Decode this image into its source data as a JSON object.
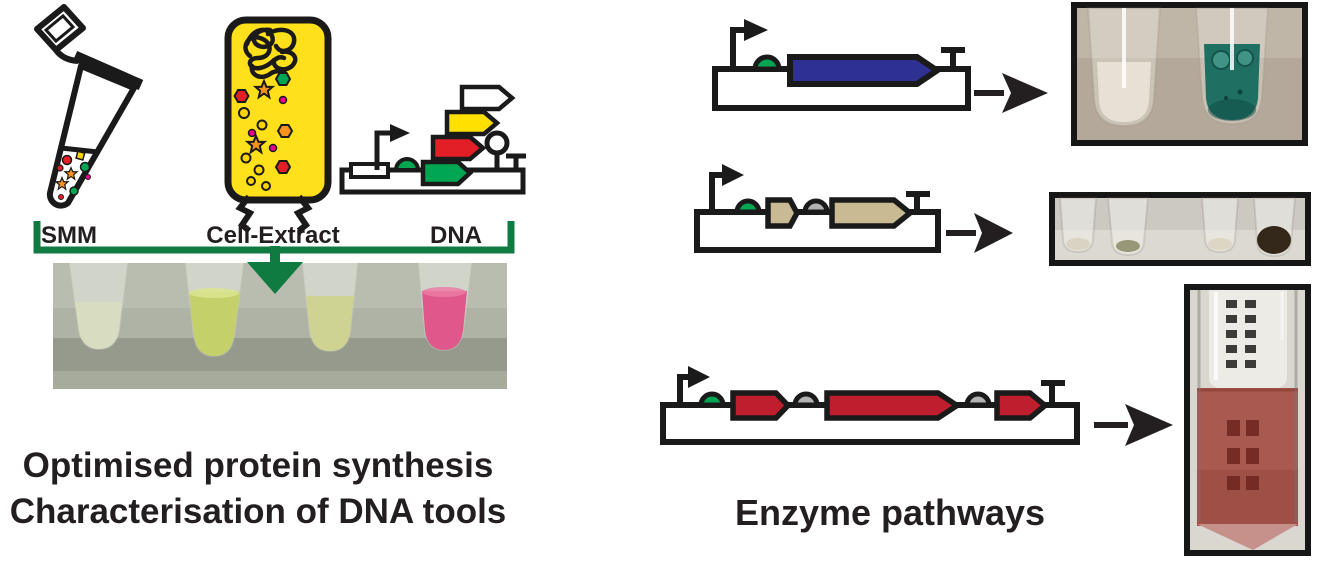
{
  "left_panel": {
    "smm_label": "SMM",
    "cell_extract_label": "Cell-Extract",
    "dna_label": "DNA",
    "caption_line1": "Optimised protein synthesis",
    "caption_line2": "Characterisation of DNA tools",
    "photo_tube_colors": [
      "#d8dcc0",
      "#c4d16b",
      "#cfd392",
      "#e0578c"
    ]
  },
  "right_panel": {
    "caption": "Enzyme pathways",
    "constructs": [
      {
        "id": "single-gene",
        "parts": [
          "promoter",
          "rbs",
          "gene",
          "terminator"
        ],
        "gene_colors": [
          "#2e3192"
        ]
      },
      {
        "id": "two-gene-operon",
        "parts": [
          "promoter",
          "rbs",
          "gene",
          "rbs",
          "gene",
          "terminator"
        ],
        "gene_colors": [
          "#c9ba93",
          "#c9ba93"
        ]
      },
      {
        "id": "three-gene-operon",
        "parts": [
          "promoter",
          "rbs",
          "gene",
          "rbs",
          "gene",
          "rbs",
          "gene",
          "terminator"
        ],
        "gene_colors": [
          "#be1e2d",
          "#be1e2d",
          "#be1e2d"
        ]
      }
    ],
    "photo_colors": {
      "tubes_pair": [
        "#e9e2d6",
        "#1f6f63"
      ],
      "tubes_quad_sediment": [
        "#d9d3c3",
        "#8a8a66",
        "#ddd6c4",
        "#33281a"
      ],
      "falcon_liquid": "#a85a50"
    }
  },
  "colors": {
    "text": "#231f20",
    "outline": "#1a1a1a",
    "bracket_green": "#0f7b40",
    "rbs_green": "#00a651",
    "rbs_gray": "#b3b3b3",
    "gene_green": "#00a651",
    "gene_yellow": "#ffe000",
    "gene_red_bright": "#e21e26",
    "gene_white": "#ffffff",
    "cell_yellow": "#ffe01a"
  }
}
